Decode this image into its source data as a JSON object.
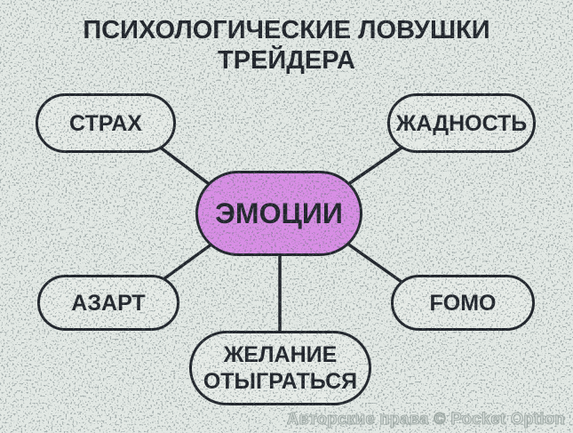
{
  "title": {
    "line1": "ПСИХОЛОГИЧЕСКИЕ ЛОВУШКИ",
    "line2": "ТРЕЙДЕРА"
  },
  "diagram": {
    "center": {
      "label": "ЭМОЦИИ"
    },
    "nodes": [
      {
        "id": "fear",
        "label": "СТРАХ"
      },
      {
        "id": "greed",
        "label": "ЖАДНОСТЬ"
      },
      {
        "id": "excitement",
        "label": "АЗАРТ"
      },
      {
        "id": "fomo",
        "label": "FOMO"
      },
      {
        "id": "revenge-trading",
        "label": "ЖЕЛАНИЕ ОТЫГРАТЬСЯ"
      }
    ]
  },
  "footer": {
    "watermark": "Авторские права © Pocket Option"
  },
  "colors": {
    "bg": "#e2e8e4",
    "node-fill": "#e6ebe7",
    "center-fill": "#d88ee5",
    "line": "#22262d",
    "text": "#22262d"
  }
}
